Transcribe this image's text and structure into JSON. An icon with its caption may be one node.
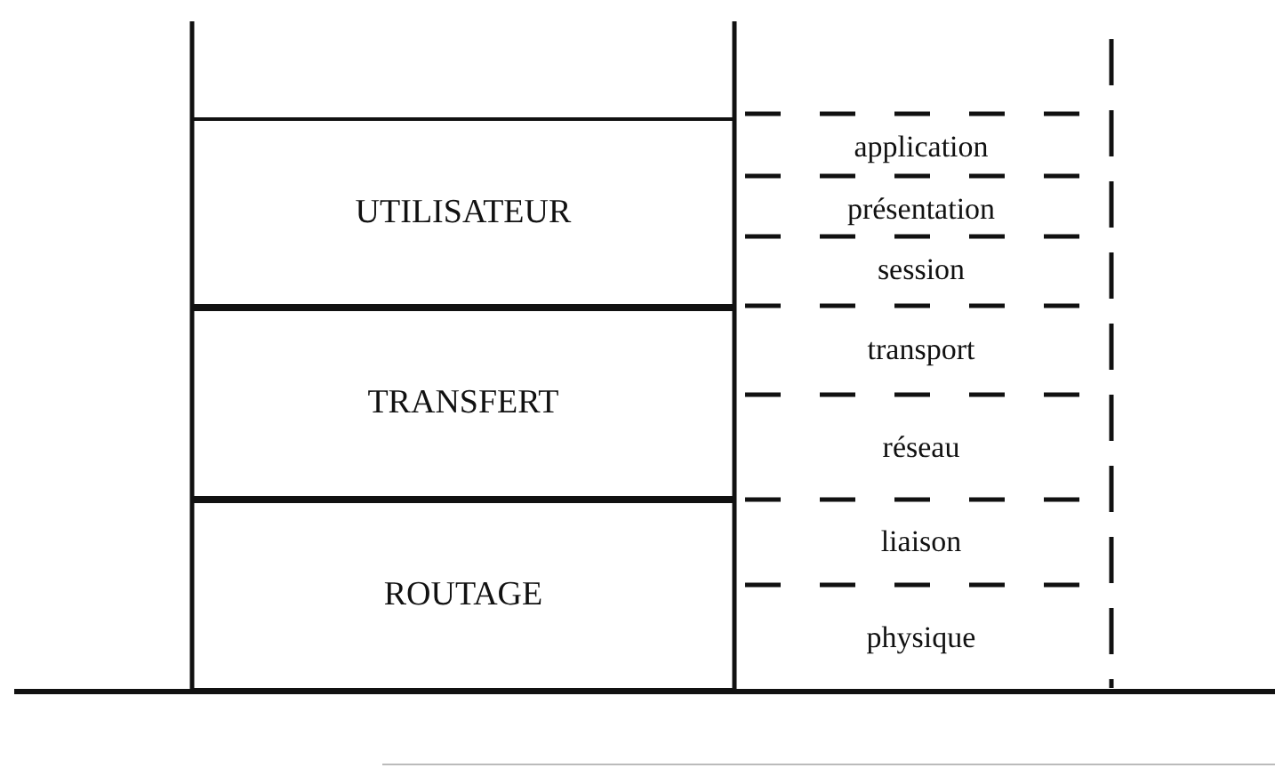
{
  "diagram": {
    "nodes": [
      {
        "text": [
          "UTILISATEUR"
        ]
      },
      {
        "text": [
          "TRANSFERT"
        ]
      },
      {
        "text": [
          "ROUTAGE"
        ]
      },
      {
        "text": [
          "application"
        ]
      },
      {
        "text": [
          "présentation"
        ]
      },
      {
        "text": [
          "session"
        ]
      },
      {
        "text": [
          "transport"
        ]
      },
      {
        "text": [
          "réseau"
        ]
      },
      {
        "text": [
          "liaison"
        ]
      },
      {
        "text": [
          "physique"
        ]
      }
    ]
  }
}
